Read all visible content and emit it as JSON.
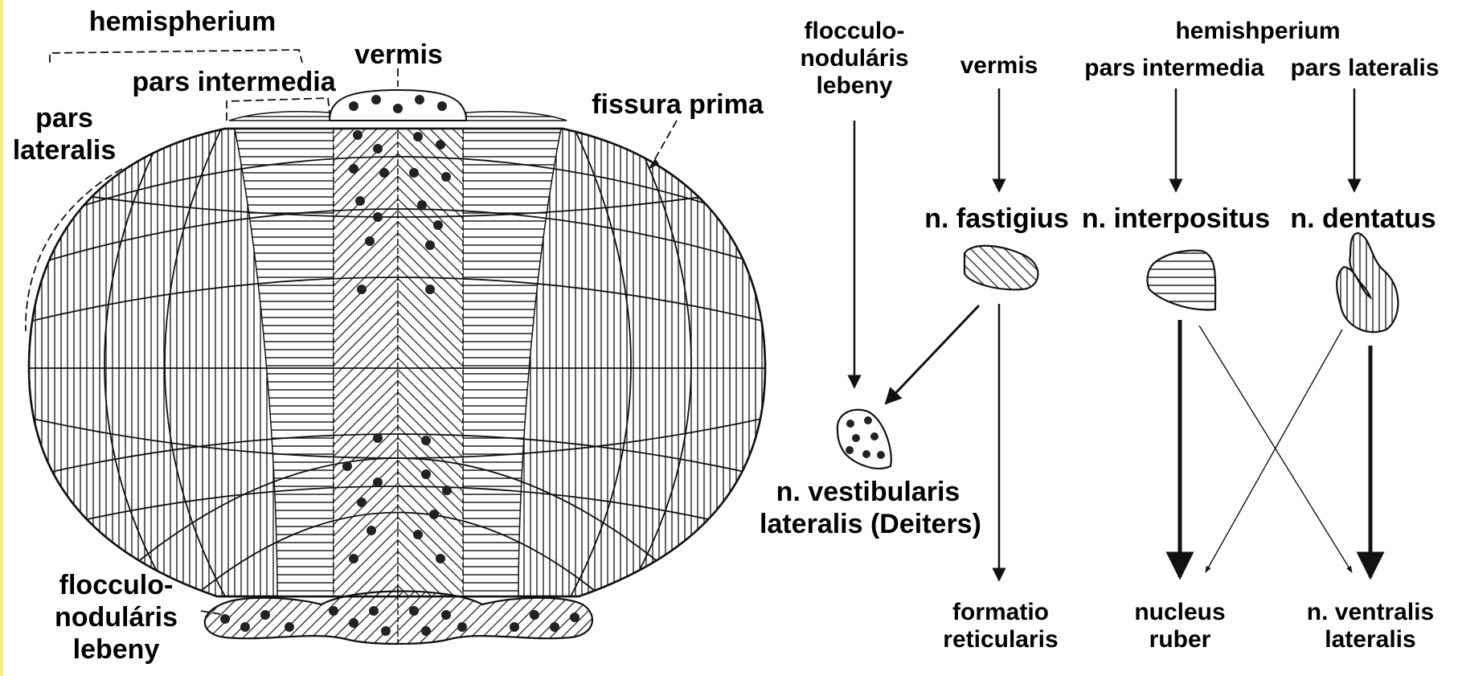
{
  "left_diagram": {
    "hemisphere_label": "hemispherium",
    "pars_intermedia_label": "pars intermedia",
    "vermis_label": "vermis",
    "pars_lateralis_label": [
      "pars",
      "lateralis"
    ],
    "fissura_prima_label": "fissura prima",
    "flocculonodular_label": [
      "flocculo-",
      "noduláris",
      "lebeny"
    ]
  },
  "right_diagram": {
    "source_flocculo": [
      "flocculo-",
      "noduláris",
      "lebeny"
    ],
    "source_vermis": "vermis",
    "source_hemisphere": "hemishperium",
    "source_pars_intermedia": "pars intermedia",
    "source_pars_lateralis": "pars lateralis",
    "nucleus_fastigius": "n. fastigius",
    "nucleus_interpositus": "n. interpositus",
    "nucleus_dentatus": "n. dentatus",
    "vestibular_nucleus": [
      "n. vestibularis",
      "lateralis (Deiters)"
    ],
    "target_reticular": [
      "formatio",
      "reticularis"
    ],
    "target_red_nucleus": [
      "nucleus",
      "ruber"
    ],
    "target_thalamus": [
      "n. ventralis",
      "lateralis"
    ]
  },
  "colors": {
    "ink": "#111111",
    "background": "#ffffff",
    "edge": "#f3ef86"
  }
}
